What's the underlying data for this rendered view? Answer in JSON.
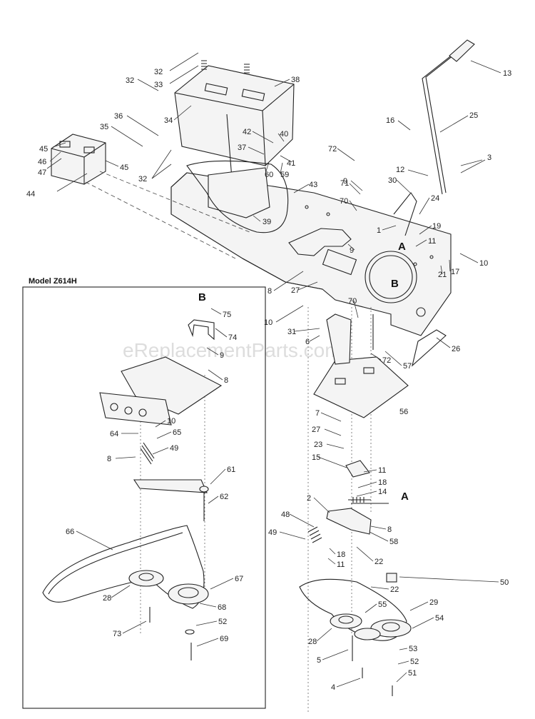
{
  "model_box": {
    "title": "Model Z614H"
  },
  "watermark": "eReplacementParts.com",
  "letters": {
    "A": [
      "A",
      "A"
    ],
    "B": [
      "B",
      "B"
    ]
  },
  "callouts": [
    "32",
    "33",
    "38",
    "32",
    "13",
    "36",
    "34",
    "35",
    "25",
    "16",
    "42",
    "40",
    "45",
    "37",
    "41",
    "46",
    "47",
    "45",
    "60",
    "59",
    "72",
    "3",
    "12",
    "44",
    "32",
    "9",
    "30",
    "43",
    "71",
    "24",
    "70",
    "39",
    "19",
    "1",
    "11",
    "9",
    "10",
    "17",
    "21",
    "8",
    "27",
    "10",
    "70",
    "31",
    "6",
    "26",
    "72",
    "57",
    "75",
    "74",
    "9",
    "8",
    "7",
    "27",
    "10",
    "64",
    "65",
    "23",
    "8",
    "49",
    "15",
    "61",
    "11",
    "18",
    "14",
    "62",
    "2",
    "48",
    "8",
    "58",
    "66",
    "49",
    "18",
    "11",
    "22",
    "50",
    "67",
    "22",
    "28",
    "55",
    "29",
    "68",
    "54",
    "52",
    "28",
    "73",
    "69",
    "53",
    "5",
    "52",
    "4",
    "51",
    "56"
  ]
}
